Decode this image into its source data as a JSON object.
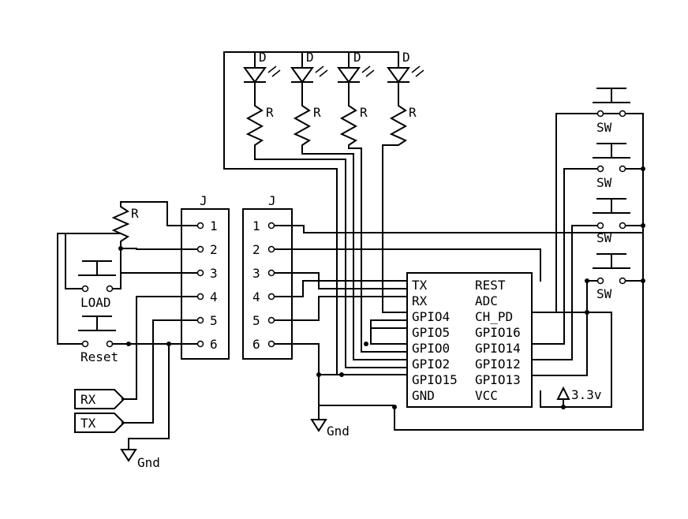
{
  "diagram": {
    "led_label": "D",
    "resistor_label": "R",
    "switch_label": "SW",
    "connector_label": "J",
    "connector_left_pins": [
      "1",
      "2",
      "3",
      "4",
      "5",
      "6"
    ],
    "connector_right_pins": [
      "1",
      "2",
      "3",
      "4",
      "5",
      "6"
    ],
    "button_load_label": "LOAD",
    "button_reset_label": "Reset",
    "port_rx": "RX",
    "port_tx": "TX",
    "gnd_label": "Gnd",
    "supply_label": "3.3v",
    "module_left_pins": [
      "TX",
      "RX",
      "GPIO4",
      "GPIO5",
      "GPIO0",
      "GPIO2",
      "GPIO15",
      "GND"
    ],
    "module_right_pins": [
      "REST",
      "ADC",
      "CH_PD",
      "GPIO16",
      "GPIO14",
      "GPIO12",
      "GPIO13",
      "VCC"
    ]
  }
}
